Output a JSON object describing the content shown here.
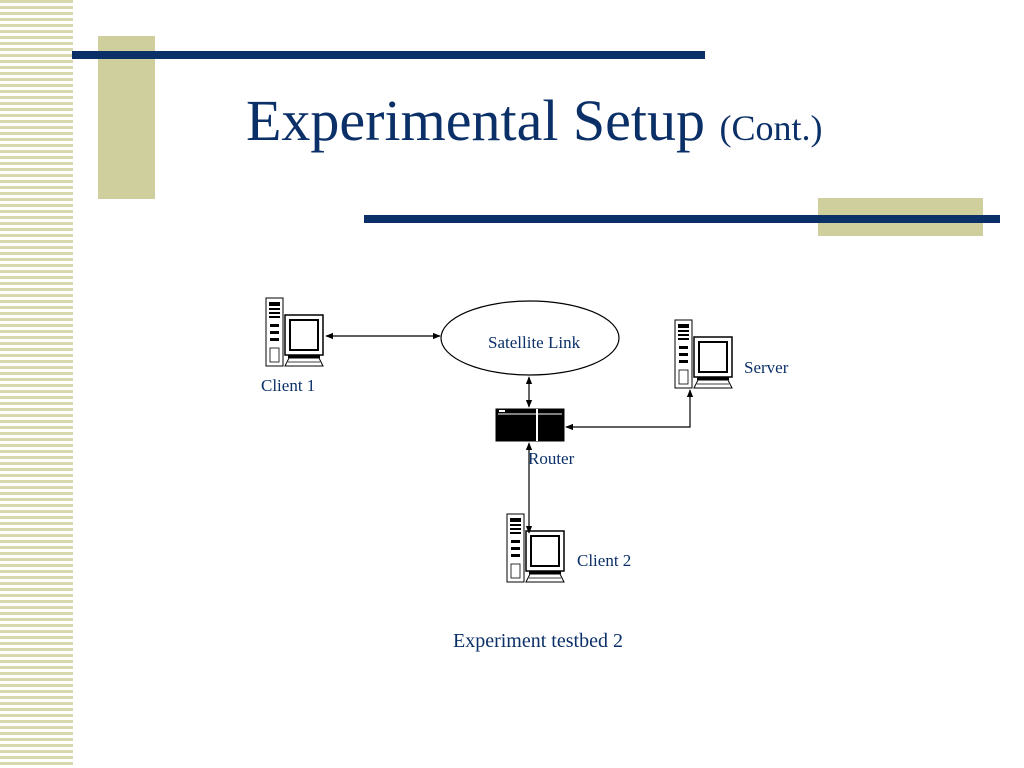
{
  "slide": {
    "title": "Experimental Setup",
    "title_suffix": "(Cont.)",
    "caption": "Experiment testbed 2"
  },
  "diagram": {
    "nodes": {
      "client1": {
        "label": "Client 1",
        "icon": "computer-icon"
      },
      "satellite": {
        "label": "Satellite Link",
        "icon": "ellipse"
      },
      "server": {
        "label": "Server",
        "icon": "computer-icon"
      },
      "router": {
        "label": "Router",
        "icon": "router-icon"
      },
      "client2": {
        "label": "Client 2",
        "icon": "computer-icon"
      }
    },
    "links": [
      {
        "from": "client1",
        "to": "satellite",
        "arrows": "both"
      },
      {
        "from": "satellite",
        "to": "router",
        "arrows": "both"
      },
      {
        "from": "server",
        "to": "router",
        "arrows": "both"
      },
      {
        "from": "router",
        "to": "client2",
        "arrows": "both"
      }
    ]
  },
  "theme": {
    "primary": "#0b3068",
    "accent": "#cfcf9e",
    "stripe": "#d8d8ae"
  }
}
